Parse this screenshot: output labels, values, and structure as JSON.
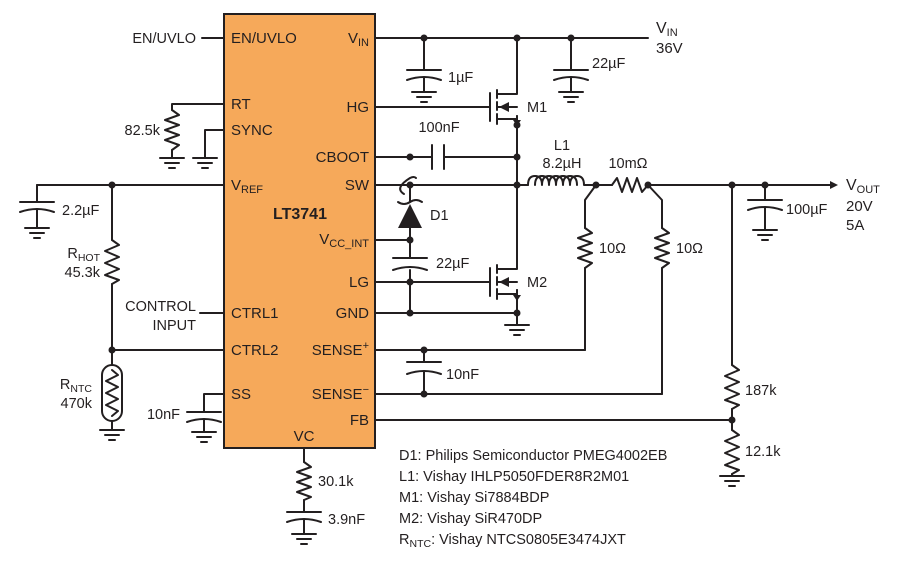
{
  "ic": {
    "part": "LT3741",
    "pins_left": {
      "en_uvlo": "EN/UVLO",
      "rt": "RT",
      "sync": "SYNC",
      "vref": "V",
      "vref_sub": "REF",
      "ctrl1": "CTRL1",
      "ctrl2": "CTRL2",
      "ss": "SS"
    },
    "pins_right": {
      "vin": "V",
      "vin_sub": "IN",
      "hg": "HG",
      "cboot": "CBOOT",
      "sw": "SW",
      "vcc_int": "V",
      "vcc_int_sub": "CC_INT",
      "lg": "LG",
      "gnd": "GND",
      "sense_p": "SENSE",
      "sense_p_sup": "+",
      "sense_n": "SENSE",
      "sense_n_sup": "−",
      "fb": "FB"
    },
    "pin_bottom": {
      "vc": "VC"
    }
  },
  "labels": {
    "en_uvlo": "EN/UVLO",
    "rt_res": "82.5k",
    "cref": "2.2µF",
    "rhot_main": "R",
    "rhot_sub": "HOT",
    "rhot_val": "45.3k",
    "control_input_line1": "CONTROL",
    "control_input_line2": "INPUT",
    "rntc_main": "R",
    "rntc_sub": "NTC",
    "rntc_val": "470k",
    "c_ss": "10nF",
    "vin_main": "V",
    "vin_sub": "IN",
    "vin_val": "36V",
    "c_in1": "1µF",
    "c_in2": "22µF",
    "m1": "M1",
    "m2": "M2",
    "c_boot": "100nF",
    "d1": "D1",
    "c_vcc": "22µF",
    "l1_name": "L1",
    "l1_val": "8.2µH",
    "r_sense": "10mΩ",
    "r_filt1": "10Ω",
    "r_filt2": "10Ω",
    "c_sense": "10nF",
    "vout_main": "V",
    "vout_sub": "OUT",
    "vout_v": "20V",
    "vout_i": "5A",
    "c_out": "100µF",
    "r_fb1": "187k",
    "r_fb2": "12.1k",
    "r_vc": "30.1k",
    "c_vc": "3.9nF"
  },
  "bom": {
    "d1": "D1: Philips Semiconductor PMEG4002EB",
    "l1": "L1: Vishay IHLP5050FDER8R2M01",
    "m1": "M1: Vishay Si7884BDP",
    "m2": "M2: Vishay SiR470DP",
    "rntc_main": "R",
    "rntc_sub": "NTC",
    "rntc_rest": ": Vishay NTCS0805E3474JXT"
  }
}
